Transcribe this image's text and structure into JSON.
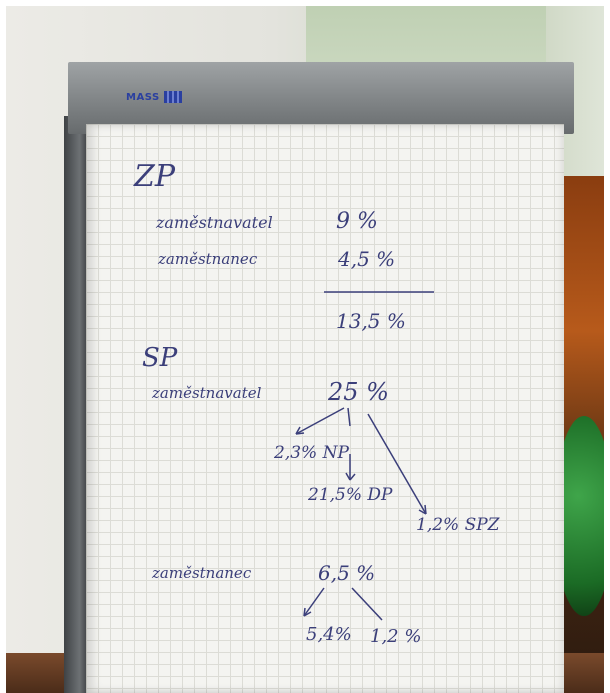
{
  "flipchart": {
    "brand": "MASS",
    "zp": {
      "heading": "ZP",
      "employer_label": "zaměstnavatel",
      "employer_value": "9 %",
      "employee_label": "zaměstnanec",
      "employee_value": "4,5 %",
      "total_value": "13,5 %"
    },
    "sp": {
      "heading": "SP",
      "employer_label": "zaměstnavatel",
      "employer_value": "25 %",
      "split_np": "2,3% NP",
      "split_dp": "21,5% DP",
      "split_spz": "1,2% SPZ",
      "employee_label": "zaměstnanec",
      "employee_value": "6,5 %",
      "employee_split_a": "5,4%",
      "employee_split_b": "1,2 %"
    }
  }
}
